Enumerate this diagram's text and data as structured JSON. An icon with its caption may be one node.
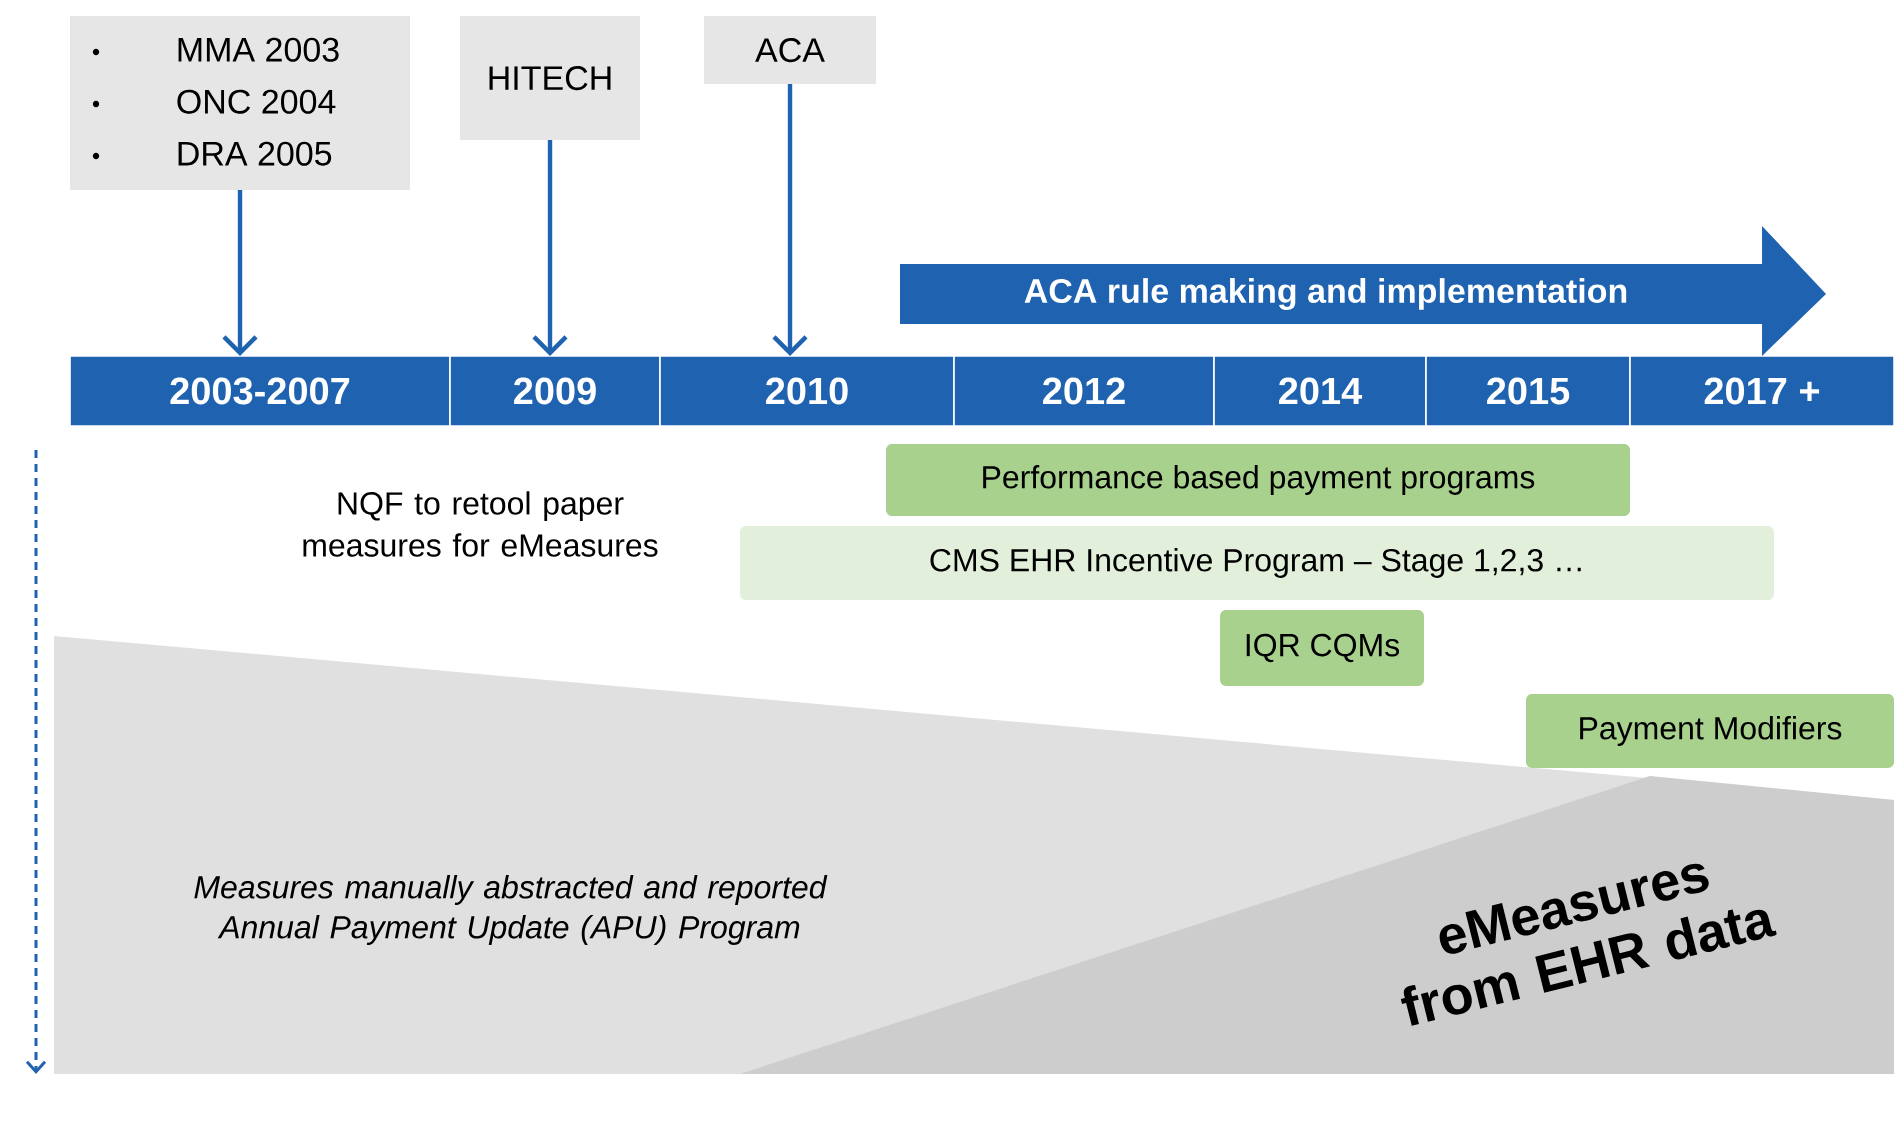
{
  "diagram": {
    "nodes": [
      {
        "text": [
          "MMA 2003",
          "ONC 2004",
          "DRA 2005"
        ]
      },
      {
        "text": [
          "HITECH"
        ]
      },
      {
        "text": [
          "ACA"
        ]
      },
      {
        "text": [
          "2003-2007"
        ]
      },
      {
        "text": [
          "2009"
        ]
      },
      {
        "text": [
          "2010"
        ]
      },
      {
        "text": [
          "2012"
        ]
      },
      {
        "text": [
          "2014"
        ]
      },
      {
        "text": [
          "2015"
        ]
      },
      {
        "text": [
          "2017 +"
        ]
      },
      {
        "text": [
          "ACA rule making and implementation"
        ]
      },
      {
        "text": [
          "Performance based payment programs"
        ]
      },
      {
        "text": [
          "CMS EHR Incentive Program – Stage 1,2,3 …"
        ]
      },
      {
        "text": [
          "IQR CQMs"
        ]
      },
      {
        "text": [
          "Payment Modifiers"
        ]
      },
      {
        "text": [
          "Measures manually abstracted and reported Annual Payment Update (APU) Program"
        ]
      },
      {
        "text": [
          "eMeasures from EHR data"
        ],
        "in": 15
      }
    ],
    "edges": [
      {
        "from": 0,
        "to": 3,
        "arrow": "to"
      },
      {
        "from": 1,
        "to": 4,
        "arrow": "to"
      },
      {
        "from": 2,
        "to": 5,
        "arrow": "to"
      }
    ],
    "labels": [
      "NQF to retool paper measures for eMeasures"
    ]
  }
}
